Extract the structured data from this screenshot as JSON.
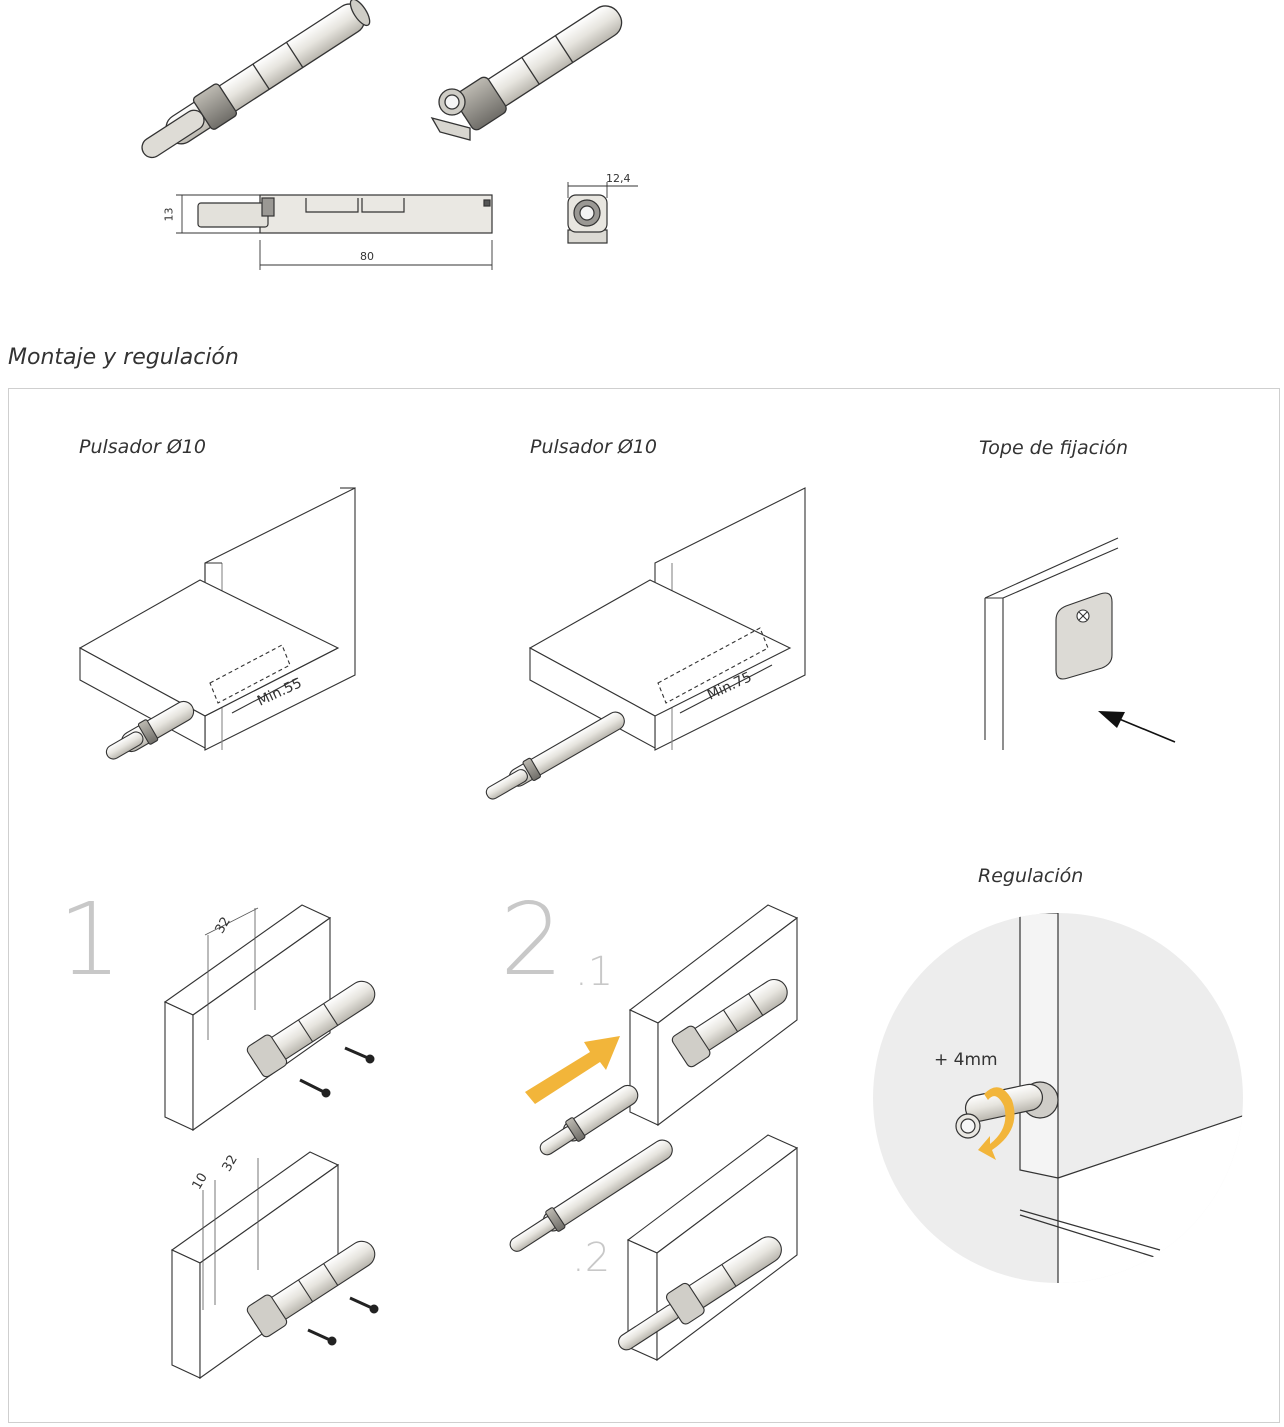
{
  "section_title": "Montaje y regulación",
  "dimensions": {
    "height": "13",
    "length": "80",
    "width": "12,4"
  },
  "steps": {
    "pusher_a": {
      "title": "Pulsador Ø10",
      "min_depth": "Min.55"
    },
    "pusher_b": {
      "title": "Pulsador Ø10",
      "min_depth": "Min.75"
    },
    "stop": {
      "title": "Tope de fijación"
    },
    "regulation": {
      "title": "Regulación",
      "adjust": "+ 4mm"
    }
  },
  "mounting": {
    "step1": {
      "number": "1",
      "offset_a": "32",
      "offset_b": "10",
      "offset_c": "32"
    },
    "step2": {
      "number": "2",
      "sub1": ".1",
      "sub2": ".2"
    }
  },
  "colors": {
    "line": "#333333",
    "body_gray": "#e9e7e2",
    "dark_gray": "#8a8a8a",
    "arrow_yellow": "#f2b53a",
    "circle_bg": "#ededed",
    "step_number": "#c8c8c8"
  }
}
